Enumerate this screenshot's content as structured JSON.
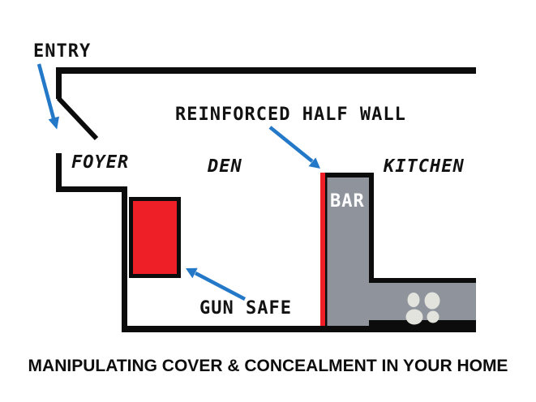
{
  "caption": "MANIPULATING COVER & CONCEALMENT IN YOUR HOME",
  "annotations": {
    "entry": {
      "label": "ENTRY"
    },
    "reinforced_half_wall": {
      "label": "REINFORCED HALF WALL"
    },
    "gun_safe": {
      "label": "GUN SAFE"
    }
  },
  "rooms": {
    "foyer": {
      "label": "FOYER"
    },
    "den": {
      "label": "DEN"
    },
    "kitchen": {
      "label": "KITCHEN"
    }
  },
  "fixtures": {
    "bar": {
      "label": "BAR"
    }
  },
  "colors": {
    "wall_black": "#0c0c0c",
    "safe_red": "#ee1f26",
    "reinforcement_red": "#ee1f26",
    "counter_gray": "#8e939c",
    "burner_gray": "#e3e3dd",
    "arrow_blue": "#2478c8"
  }
}
